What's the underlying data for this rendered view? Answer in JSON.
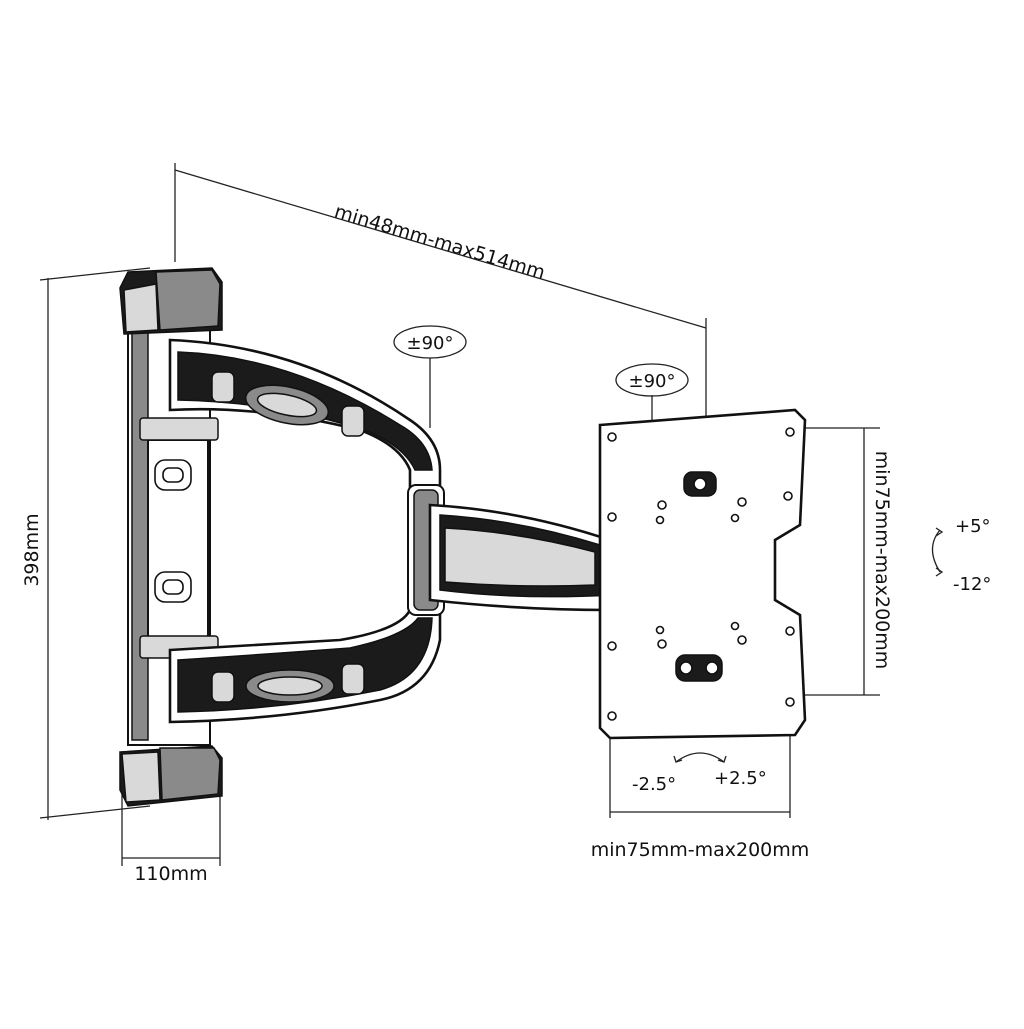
{
  "dimensions": {
    "arm_extension": "min48mm-max514mm",
    "wall_plate_height": "398mm",
    "wall_plate_depth": "110mm",
    "vesa_vertical": "min75mm-max200mm",
    "vesa_horizontal": "min75mm-max200mm"
  },
  "rotations": {
    "arm_swivel": "±90°",
    "plate_rotation": "±90°",
    "tilt_up": "+5°",
    "tilt_down": "-12°",
    "level_left": "-2.5°",
    "level_right": "+2.5°"
  }
}
